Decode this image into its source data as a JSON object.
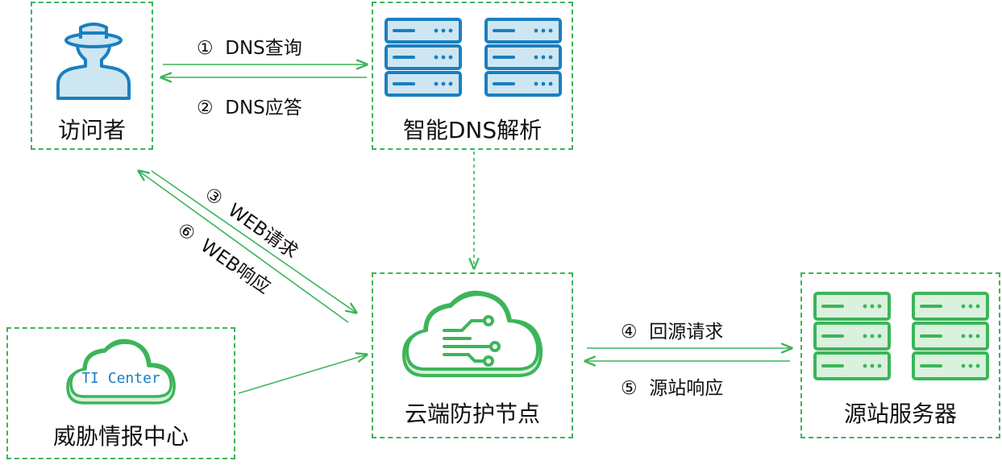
{
  "nodes": {
    "visitor": {
      "label": "访问者"
    },
    "dns": {
      "label": "智能DNS解析"
    },
    "cloud_node": {
      "label": "云端防护节点"
    },
    "origin": {
      "label": "源站服务器"
    },
    "ti_center": {
      "label": "威胁情报中心",
      "badge": "TI Center"
    }
  },
  "edges": {
    "step1": {
      "num": "①",
      "text": "DNS查询"
    },
    "step2": {
      "num": "②",
      "text": "DNS应答"
    },
    "step3": {
      "num": "③",
      "text": "WEB请求"
    },
    "step6": {
      "num": "⑥",
      "text": "WEB响应"
    },
    "step4": {
      "num": "④",
      "text": "回源请求"
    },
    "step5": {
      "num": "⑤",
      "text": "源站响应"
    }
  },
  "colors": {
    "accent_green": "#3cb55a",
    "blue": "#1a7fc0",
    "light_blue": "#cde6f2",
    "light_green": "#d9f1dd"
  }
}
